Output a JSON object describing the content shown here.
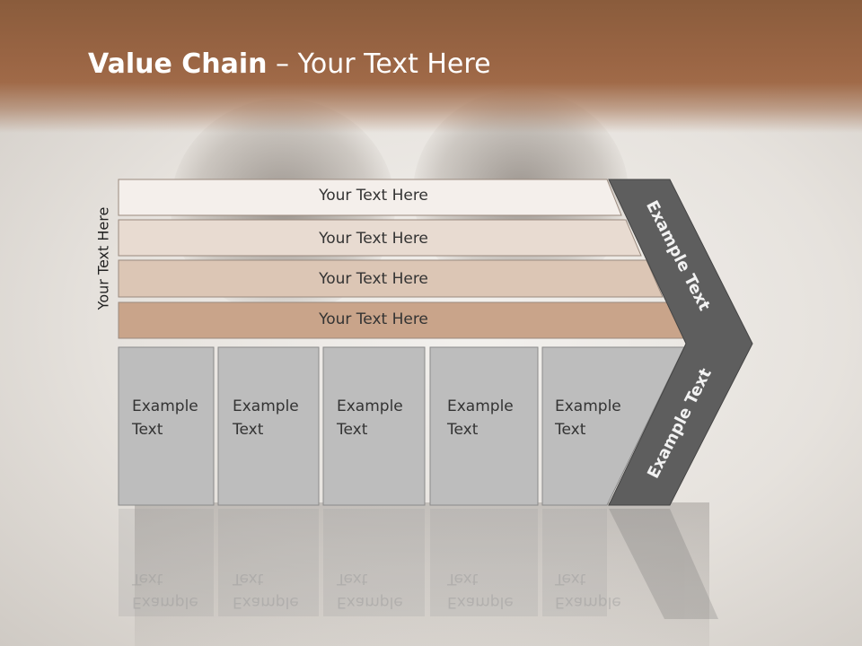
{
  "title": {
    "bold": "Value Chain",
    "rest": " – Your Text Here"
  },
  "side_label": "Your Text Here",
  "bars": [
    {
      "label": "Your Text Here",
      "color": "#f4efeb"
    },
    {
      "label": "Your Text Here",
      "color": "#e8dbd1"
    },
    {
      "label": "Your Text Here",
      "color": "#dcc6b5"
    },
    {
      "label": "Your Text Here",
      "color": "#c9a48a"
    }
  ],
  "cells": [
    {
      "line1": "Example",
      "line2": "Text"
    },
    {
      "line1": "Example",
      "line2": "Text"
    },
    {
      "line1": "Example",
      "line2": "Text"
    },
    {
      "line1": "Example",
      "line2": "Text"
    },
    {
      "line1": "Example",
      "line2": "Text"
    }
  ],
  "chevron": {
    "upper": "Example Text",
    "lower": "Example Text"
  },
  "colors": {
    "header": "#9a6544",
    "cell": "#bdbdbd",
    "chevron": "#5e5e5e"
  }
}
